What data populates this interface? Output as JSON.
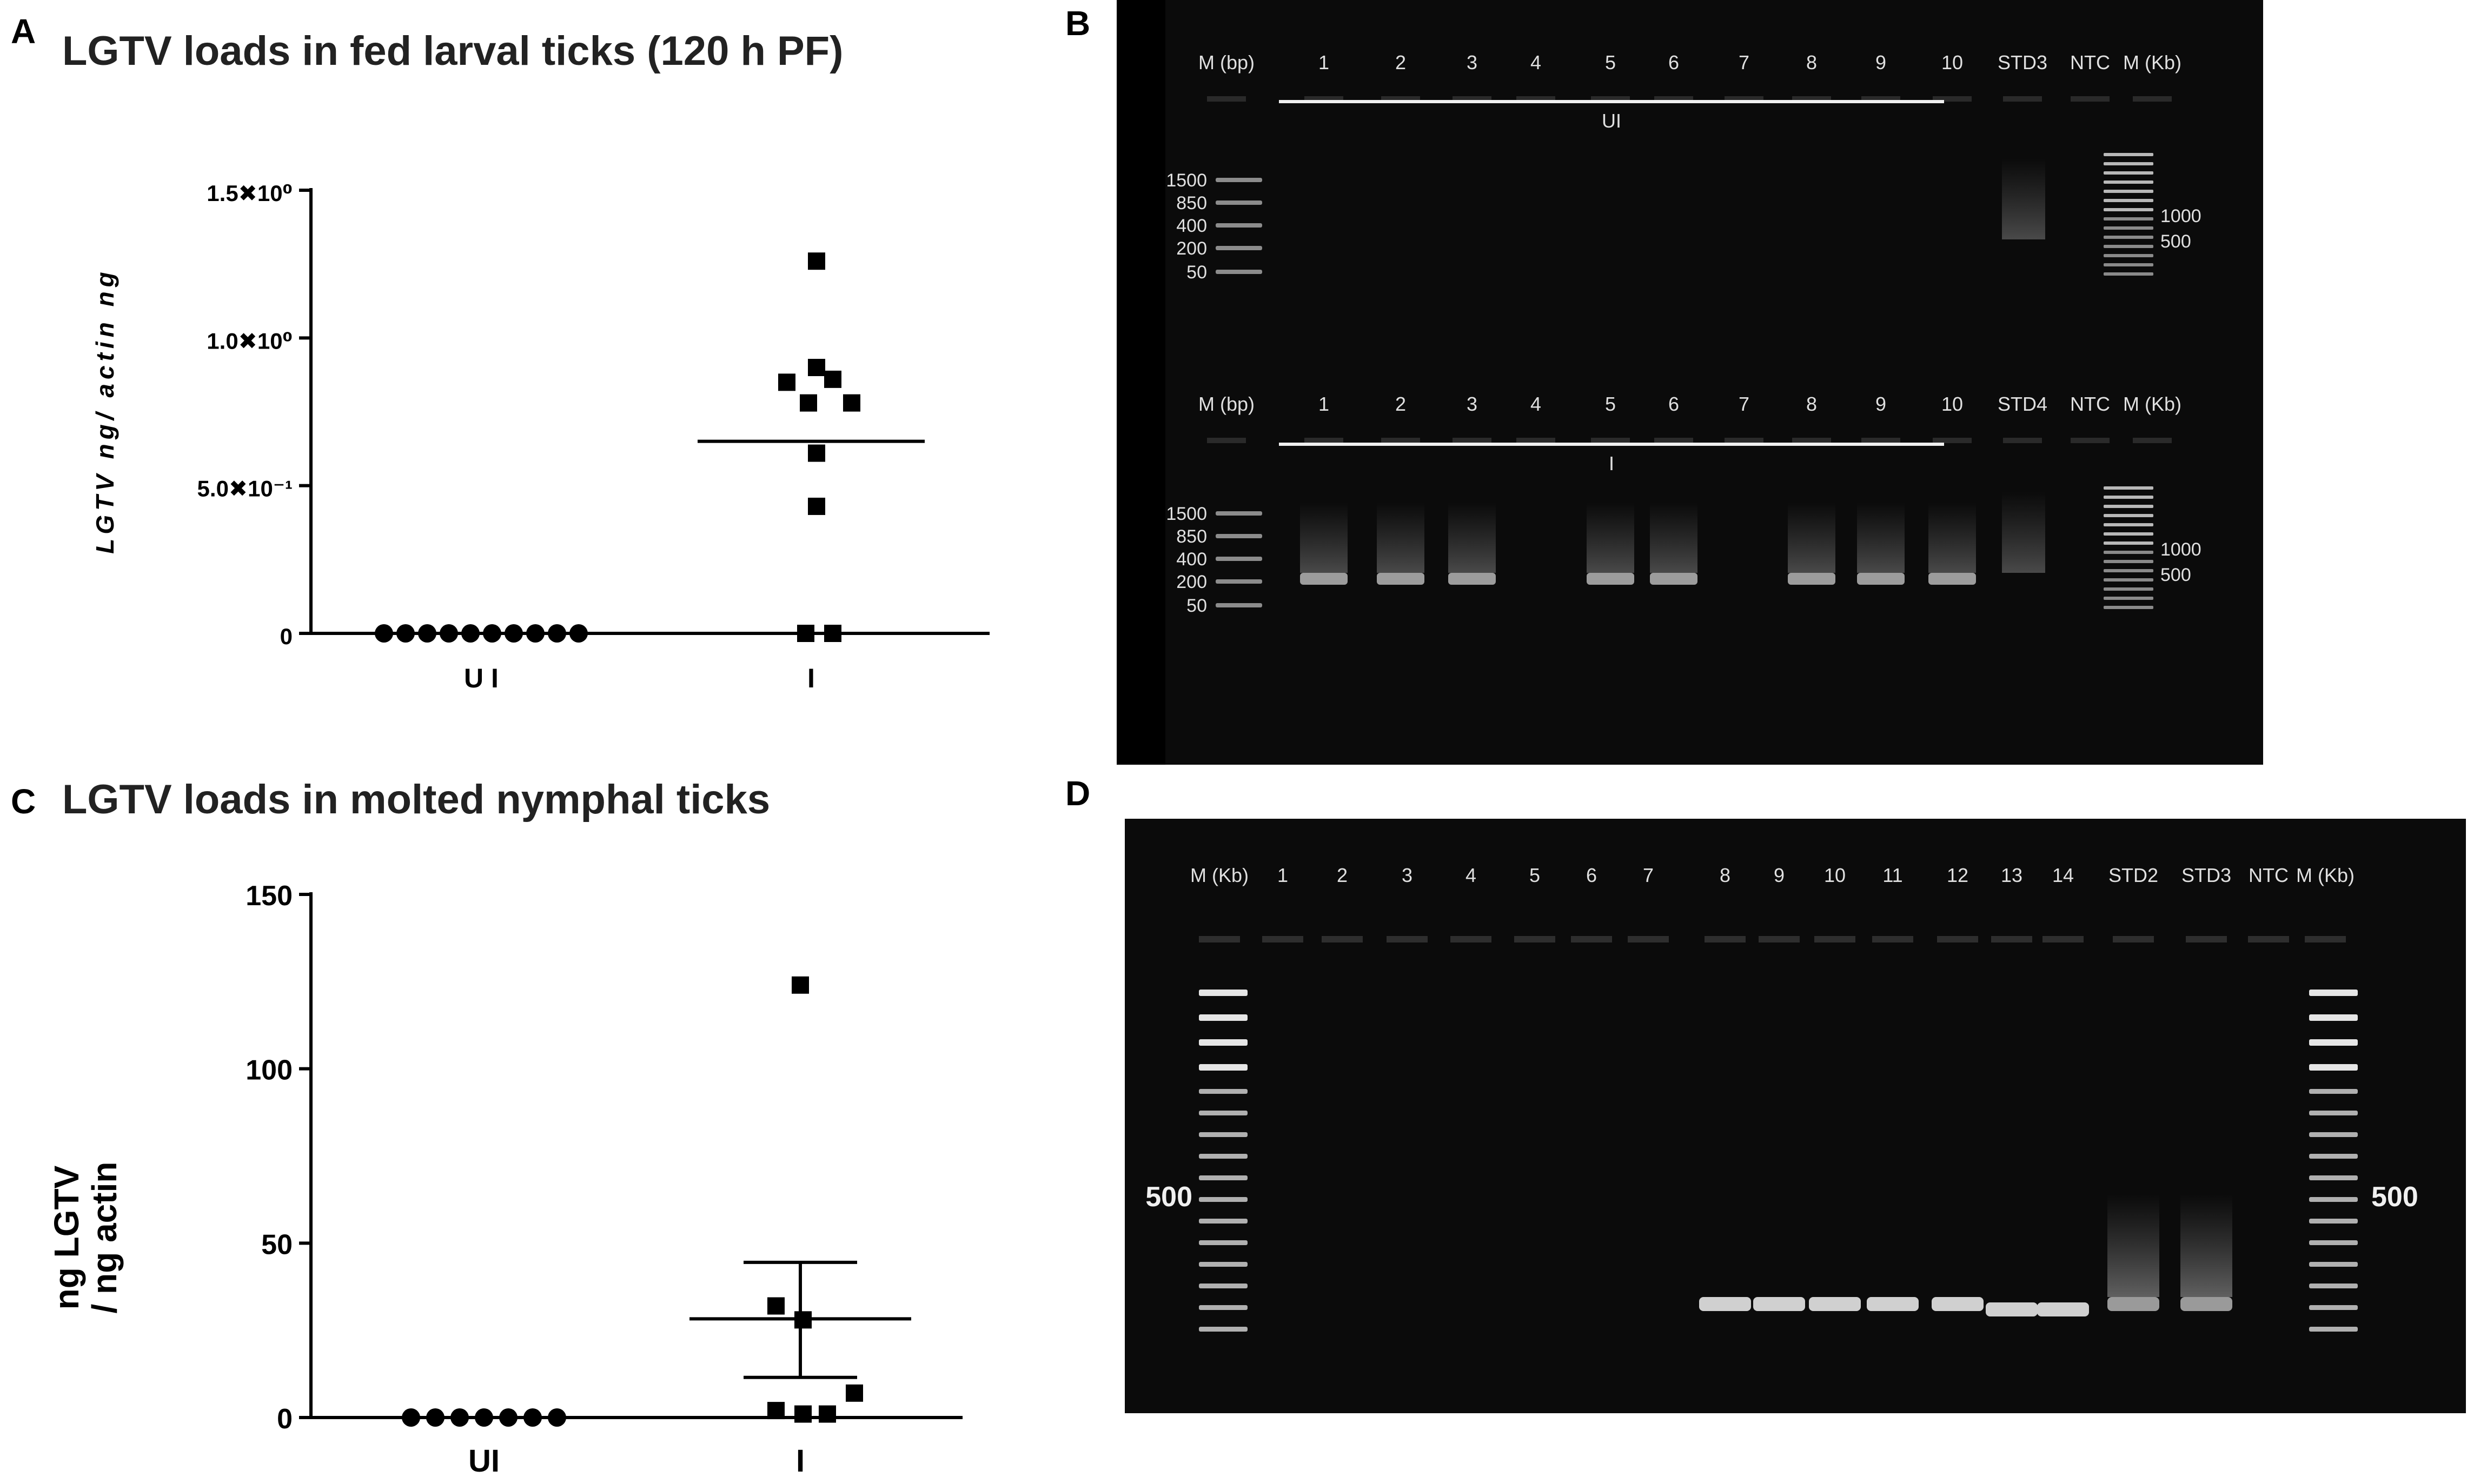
{
  "panels": {
    "A": {
      "letter": "A",
      "title": "LGTV loads in fed larval ticks (120 h PF)"
    },
    "B": {
      "letter": "B"
    },
    "C": {
      "letter": "C",
      "title": "LGTV loads in molted nymphal ticks"
    },
    "D": {
      "letter": "D"
    }
  },
  "chart_data": [
    {
      "panel": "A",
      "type": "scatter",
      "title": "LGTV loads in fed larval ticks (120 h PF)",
      "ylabel": "LGTV ng/ actin ng",
      "xlabel": "",
      "categories": [
        "U I",
        "I"
      ],
      "ylim": [
        0,
        1.5
      ],
      "yticks": [
        {
          "value": 0,
          "label": "0"
        },
        {
          "value": 0.5,
          "label": "5.0✖10⁻¹"
        },
        {
          "value": 1.0,
          "label": "1.0✖10⁰"
        },
        {
          "value": 1.5,
          "label": "1.5✖10⁰"
        }
      ],
      "series": [
        {
          "category": "U I",
          "marker": "circle",
          "values": [
            0,
            0,
            0,
            0,
            0,
            0,
            0,
            0,
            0,
            0
          ]
        },
        {
          "category": "I",
          "marker": "square",
          "values": [
            1.26,
            0.9,
            0.86,
            0.85,
            0.78,
            0.78,
            0.61,
            0.43,
            0.0,
            0.0
          ]
        }
      ],
      "means": [
        {
          "category": "I",
          "value": 0.65
        }
      ],
      "grid": false
    },
    {
      "panel": "C",
      "type": "scatter",
      "title": "LGTV loads in molted nymphal ticks",
      "ylabel": "ng LGTV / ng actin",
      "ylabel_lines": [
        "ng LGTV",
        "/ ng actin"
      ],
      "xlabel": "",
      "categories": [
        "UI",
        "I"
      ],
      "ylim": [
        0,
        150
      ],
      "yticks": [
        {
          "value": 0,
          "label": "0"
        },
        {
          "value": 50,
          "label": "50"
        },
        {
          "value": 100,
          "label": "100"
        },
        {
          "value": 150,
          "label": "150"
        }
      ],
      "series": [
        {
          "category": "UI",
          "marker": "circle",
          "values": [
            0,
            0,
            0,
            0,
            0,
            0,
            0
          ]
        },
        {
          "category": "I",
          "marker": "square",
          "values": [
            124,
            32,
            28,
            7,
            2,
            1,
            1
          ]
        }
      ],
      "means": [
        {
          "category": "I",
          "value": 28.3,
          "error_upper": 44.5,
          "error_lower": 11.5
        }
      ],
      "grid": false
    }
  ],
  "gel_b": {
    "top": {
      "lane_labels": [
        "M (bp)",
        "1",
        "2",
        "3",
        "4",
        "5",
        "6",
        "7",
        "8",
        "9",
        "10",
        "STD3",
        "NTC",
        "M (Kb)"
      ],
      "group_label": "UI",
      "left_ladder": [
        "1500",
        "850",
        "400",
        "200",
        "50"
      ],
      "right_ladder": [
        "1000",
        "500"
      ],
      "band_lanes": []
    },
    "bottom": {
      "lane_labels": [
        "M (bp)",
        "1",
        "2",
        "3",
        "4",
        "5",
        "6",
        "7",
        "8",
        "9",
        "10",
        "STD4",
        "NTC",
        "M (Kb)"
      ],
      "group_label": "I",
      "left_ladder": [
        "1500",
        "850",
        "400",
        "200",
        "50"
      ],
      "right_ladder": [
        "1000",
        "500"
      ],
      "band_lanes": [
        "1",
        "2",
        "3",
        "5",
        "6",
        "8",
        "9",
        "10"
      ]
    }
  },
  "gel_d": {
    "lane_labels": [
      "M (Kb)",
      "1",
      "2",
      "3",
      "4",
      "5",
      "6",
      "7",
      "8",
      "9",
      "10",
      "11",
      "12",
      "13",
      "14",
      "STD2",
      "STD3",
      "NTC",
      "M (Kb)"
    ],
    "left_marker": "500",
    "right_marker": "500",
    "band_lanes": [
      "8",
      "9",
      "10",
      "11",
      "12",
      "13",
      "14",
      "STD2",
      "STD3"
    ]
  }
}
